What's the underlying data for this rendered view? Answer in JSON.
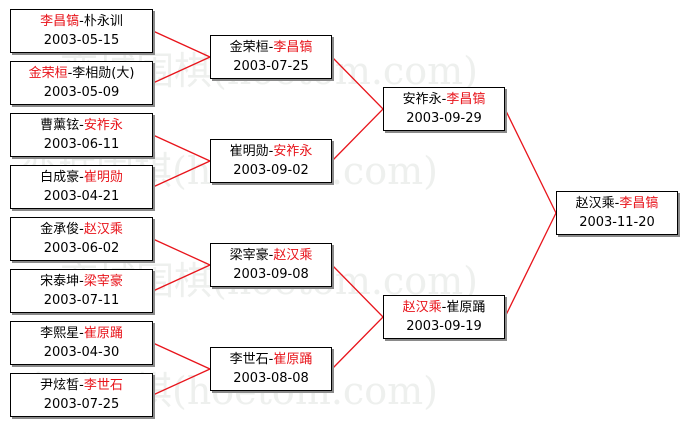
{
  "bracket": {
    "round1": [
      {
        "p1": "李昌镐",
        "p2": "朴永训",
        "winner": 1,
        "date": "2003-05-15"
      },
      {
        "p1": "金荣桓",
        "p2": "李相勋(大)",
        "winner": 1,
        "date": "2003-05-09"
      },
      {
        "p1": "曹薰铉",
        "p2": "安祚永",
        "winner": 2,
        "date": "2003-06-11"
      },
      {
        "p1": "白成豪",
        "p2": "崔明勋",
        "winner": 2,
        "date": "2003-04-21"
      },
      {
        "p1": "金承俊",
        "p2": "赵汉乘",
        "winner": 2,
        "date": "2003-06-02"
      },
      {
        "p1": "宋泰坤",
        "p2": "梁宰豪",
        "winner": 2,
        "date": "2003-07-11"
      },
      {
        "p1": "李熙星",
        "p2": "崔原踊",
        "winner": 2,
        "date": "2003-04-30"
      },
      {
        "p1": "尹炫皙",
        "p2": "李世石",
        "winner": 2,
        "date": "2003-07-25"
      }
    ],
    "round2": [
      {
        "p1": "金荣桓",
        "p2": "李昌镐",
        "winner": 2,
        "date": "2003-07-25"
      },
      {
        "p1": "崔明勋",
        "p2": "安祚永",
        "winner": 2,
        "date": "2003-09-02"
      },
      {
        "p1": "梁宰豪",
        "p2": "赵汉乘",
        "winner": 2,
        "date": "2003-09-08"
      },
      {
        "p1": "李世石",
        "p2": "崔原踊",
        "winner": 2,
        "date": "2003-08-08"
      }
    ],
    "semifinal": [
      {
        "p1": "安祚永",
        "p2": "李昌镐",
        "winner": 2,
        "date": "2003-09-29"
      },
      {
        "p1": "赵汉乘",
        "p2": "崔原踊",
        "winner": 1,
        "date": "2003-09-19"
      }
    ],
    "final": [
      {
        "p1": "赵汉乘",
        "p2": "李昌镐",
        "winner": 2,
        "date": "2003-11-20"
      }
    ]
  },
  "colors": {
    "winner": "#e8141b",
    "connector": "#e8141b",
    "watermark": "#eef0ee"
  },
  "watermark": "弈城围棋(hoetom.com)"
}
